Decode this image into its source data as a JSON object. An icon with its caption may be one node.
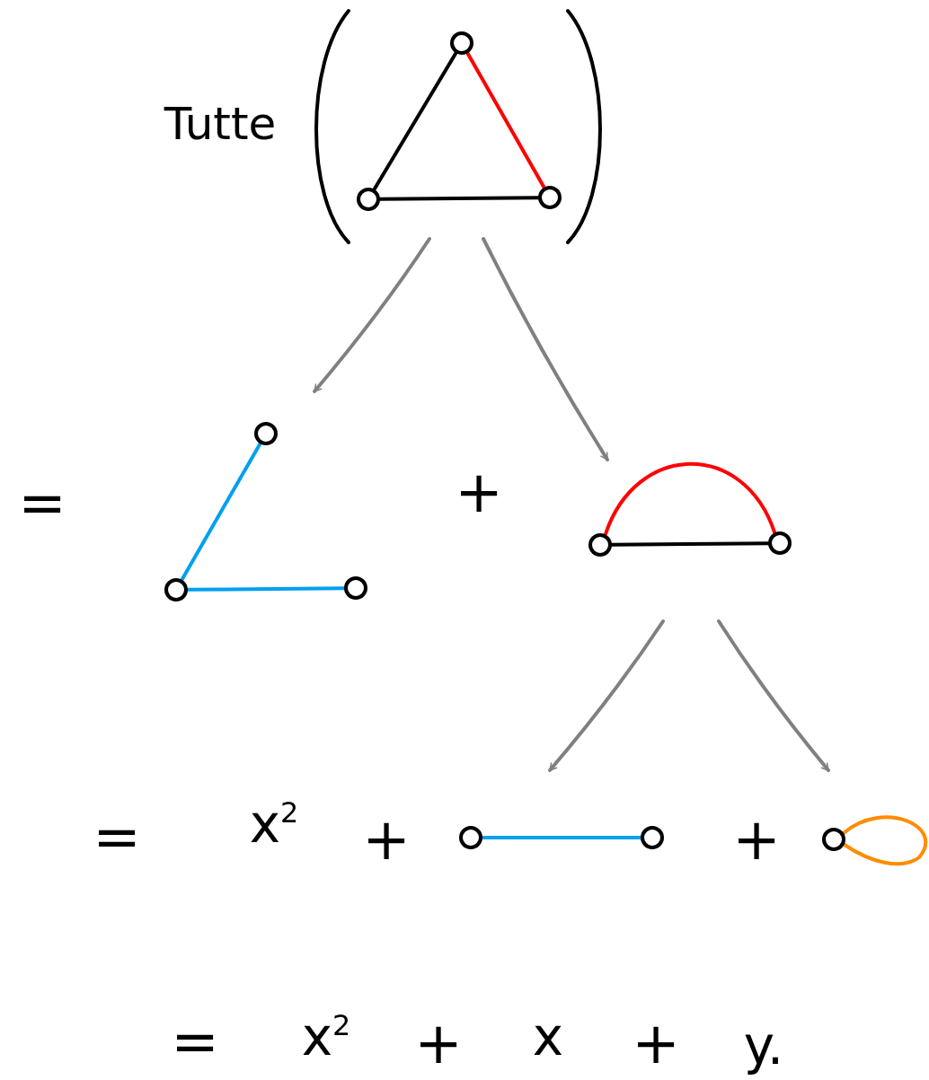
{
  "diagram": {
    "nodes": [
      {
        "text": [],
        "shape": "picture"
      },
      {
        "text": [],
        "shape": "circle",
        "in": 0
      },
      {
        "text": [],
        "shape": "circle",
        "in": 0
      },
      {
        "text": [],
        "shape": "circle",
        "in": 0
      },
      {
        "text": [],
        "shape": "picture"
      },
      {
        "text": [],
        "shape": "circle",
        "in": 4
      },
      {
        "text": [],
        "shape": "circle",
        "in": 4
      },
      {
        "text": [],
        "shape": "circle",
        "in": 4
      },
      {
        "text": [],
        "shape": "picture"
      },
      {
        "text": [],
        "shape": "circle",
        "in": 8
      },
      {
        "text": [],
        "shape": "circle",
        "in": 8
      },
      {
        "text": [],
        "shape": "picture"
      },
      {
        "text": [],
        "shape": "circle",
        "in": 11
      },
      {
        "text": [],
        "shape": "circle",
        "in": 11
      },
      {
        "text": [],
        "shape": "picture"
      },
      {
        "text": [],
        "shape": "circle",
        "in": 14
      }
    ],
    "edges": [
      {
        "from": 1,
        "to": 2,
        "arrow": "none",
        "color": "#000000"
      },
      {
        "from": 1,
        "to": 3,
        "arrow": "none",
        "color": "#ff0000"
      },
      {
        "from": 2,
        "to": 3,
        "arrow": "none",
        "color": "#000000"
      },
      {
        "from": 0,
        "to": 4,
        "arrow": "to"
      },
      {
        "from": 0,
        "to": 8,
        "arrow": "to"
      },
      {
        "from": 5,
        "to": 6,
        "arrow": "none",
        "color": "#00a0f0"
      },
      {
        "from": 6,
        "to": 7,
        "arrow": "none",
        "color": "#00a0f0"
      },
      {
        "from": 9,
        "to": 10,
        "arrow": "none",
        "color": "#ff0000"
      },
      {
        "from": 9,
        "to": 10,
        "arrow": "none",
        "color": "#000000"
      },
      {
        "from": 8,
        "to": 11,
        "arrow": "to"
      },
      {
        "from": 8,
        "to": 14,
        "arrow": "to"
      },
      {
        "from": 12,
        "to": 13,
        "arrow": "none",
        "color": "#00a0f0"
      },
      {
        "from": 15,
        "to": 15,
        "arrow": "none",
        "color": "#ff8c00"
      }
    ],
    "labels": [
      "Tutte",
      "=",
      "+",
      "=",
      "x$^{2}$",
      "+",
      "+",
      "=",
      "x$^{2}$",
      "+",
      "x",
      "+",
      "y."
    ]
  }
}
